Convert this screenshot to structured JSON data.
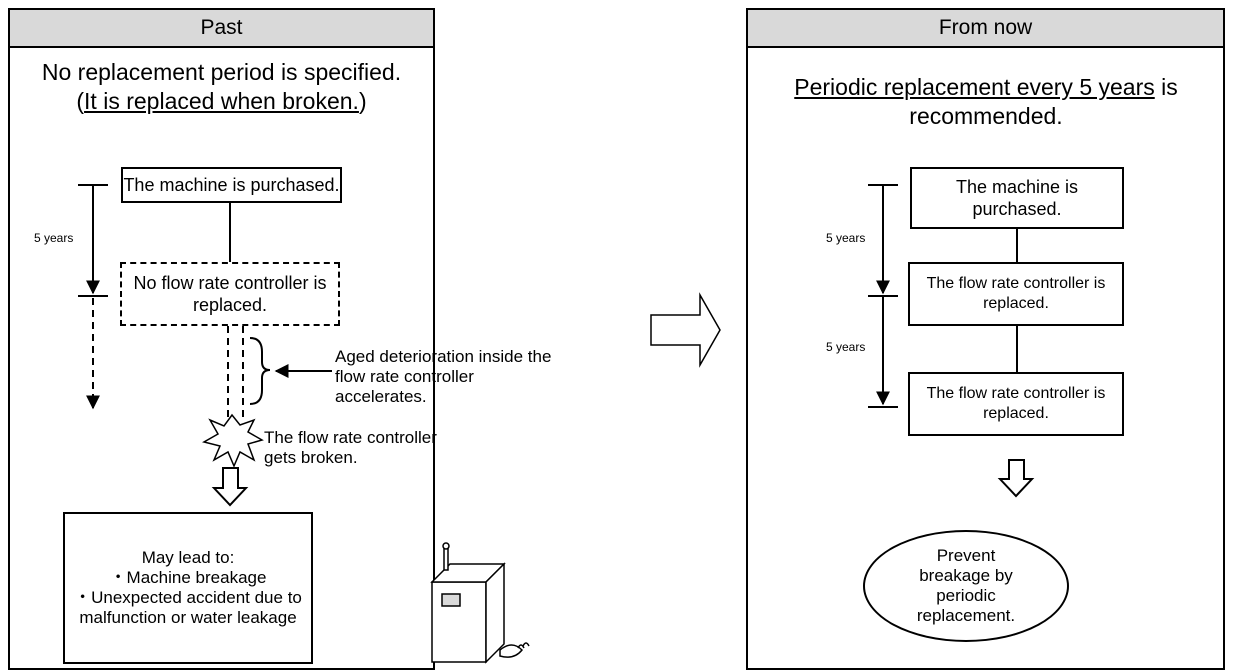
{
  "past": {
    "title": "Past",
    "heading_line1": "No replacement period is specified.",
    "heading_paren_open": "(",
    "heading_underlined": "It is replaced when broken.",
    "heading_paren_close": ")",
    "box_purchased": "The machine is purchased.",
    "box_not_replaced": "No flow rate controller is replaced.",
    "interval_label": "5 years",
    "deterioration_note": "Aged deterioration inside the flow rate controller accelerates.",
    "broken_note": "The flow rate controller gets broken.",
    "result_title": "May lead to:",
    "result_items": [
      "・Machine breakage",
      "・Unexpected accident due to malfunction or water leakage"
    ]
  },
  "future": {
    "title": "From now",
    "heading_underlined": "Periodic replacement every 5 years",
    "heading_rest": " is recommended.",
    "box_purchased": "The machine is purchased.",
    "box_replaced_1": "The flow rate controller is replaced.",
    "box_replaced_2": "The flow rate controller is replaced.",
    "interval_label_1": "5 years",
    "interval_label_2": "5 years",
    "result_text": "Prevent breakage by periodic replacement."
  }
}
